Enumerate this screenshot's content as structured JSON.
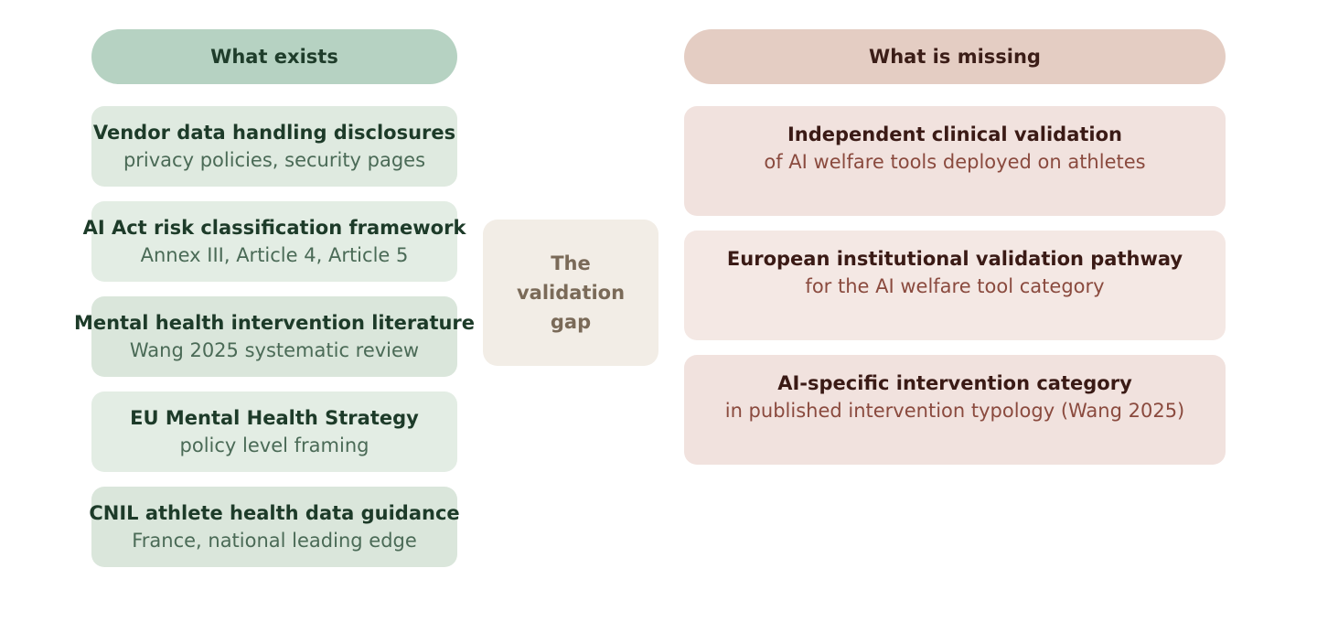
{
  "left_header": "What exists",
  "right_header": "What is missing",
  "center_label": "The validation gap",
  "exists": [
    {
      "title": "Vendor data handling disclosures",
      "subtitle": "privacy policies, security pages",
      "bg": "#dfeae0"
    },
    {
      "title": "AI Act risk classification framework",
      "subtitle": "Annex III, Article 4, Article 5",
      "bg": "#e3ede4"
    },
    {
      "title": "Mental health intervention literature",
      "subtitle": "Wang 2025 systematic review",
      "bg": "#dae6db"
    },
    {
      "title": "EU Mental Health Strategy",
      "subtitle": "policy level framing",
      "bg": "#e3ede4"
    },
    {
      "title": "CNIL athlete health data guidance",
      "subtitle": "France, national leading edge",
      "bg": "#dae6db"
    }
  ],
  "missing": [
    {
      "title": "Independent clinical validation",
      "subtitle": "of AI welfare tools deployed on athletes",
      "bg": "#f1e2de"
    },
    {
      "title": "European institutional validation pathway",
      "subtitle": "for the AI welfare tool category",
      "bg": "#f4e8e4"
    },
    {
      "title": "AI-specific intervention category",
      "subtitle": "in published intervention typology (Wang 2025)",
      "bg": "#f1e2de"
    }
  ]
}
